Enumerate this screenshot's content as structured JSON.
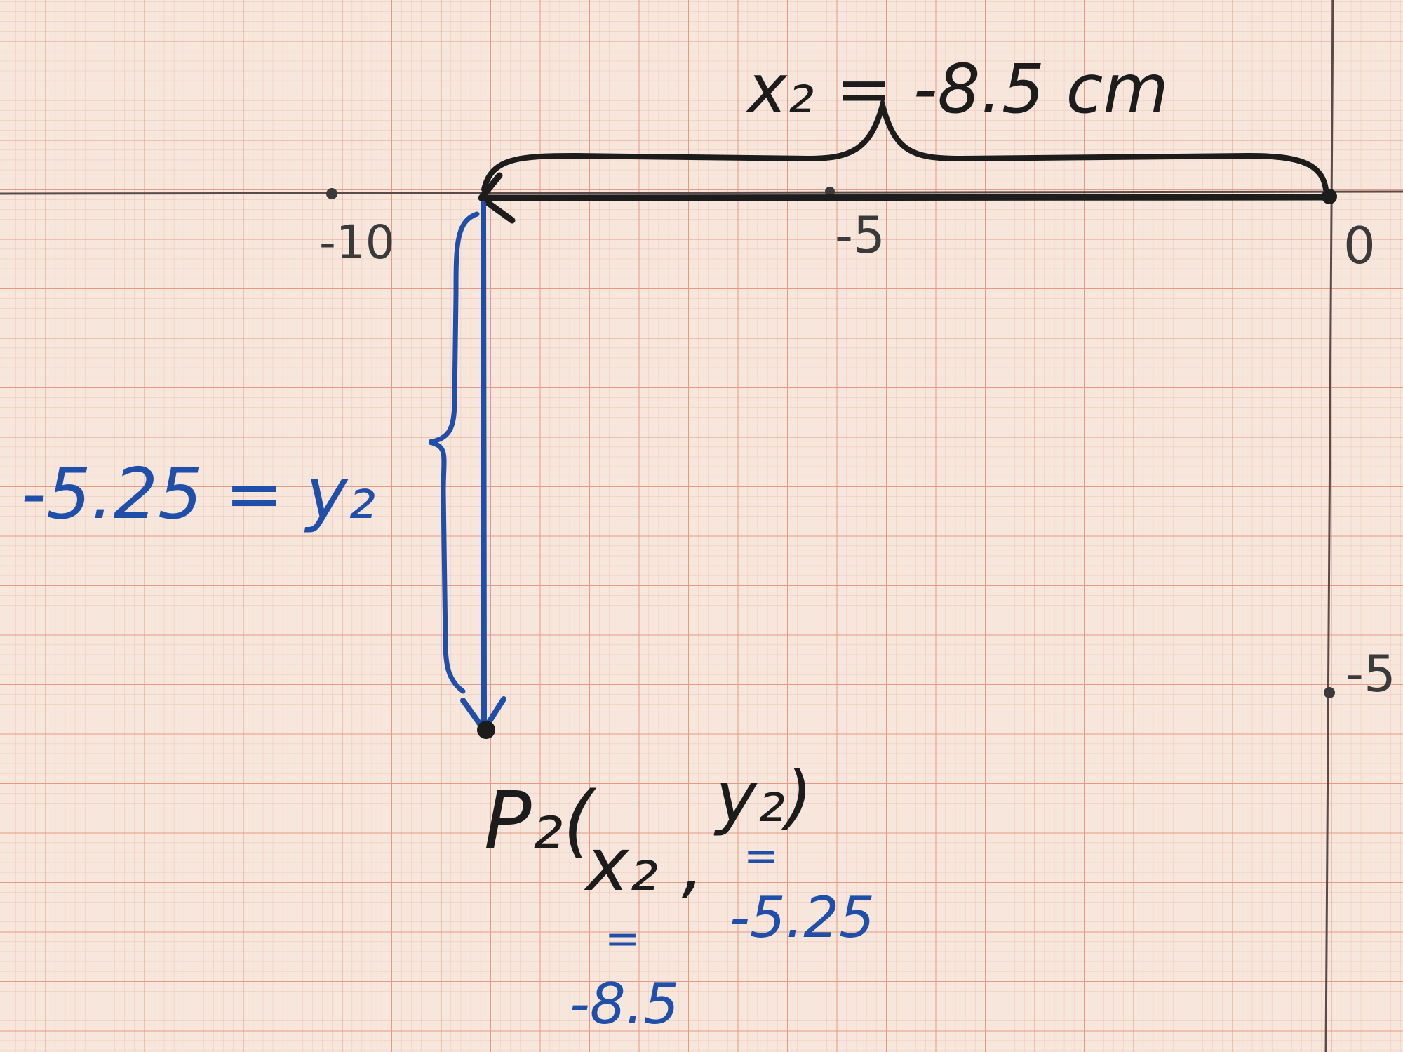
{
  "axes": {
    "x_ticks": [
      "-10",
      "-5"
    ],
    "origin_label": "0",
    "y_ticks": [
      "-5"
    ]
  },
  "annotations": {
    "x2_label": "x₂ = -8.5 cm",
    "y2_label": "-5.25 = y₂",
    "point_name": "P₂(",
    "point_x_symbol": "x₂ ,",
    "point_y_symbol": "y₂)",
    "x_equals": "=",
    "x_value": "-8.5",
    "y_equals": "=",
    "y_value": "-5.25"
  },
  "point": {
    "x": -8.5,
    "y": -5.25
  },
  "colors": {
    "paper": "#f7e6dc",
    "grid_minor": "#efc4b2",
    "grid_major": "#e49a84",
    "axis": "#5a4a4a",
    "ink_black": "#1c1c1c",
    "ink_blue": "#1f4fa8"
  }
}
